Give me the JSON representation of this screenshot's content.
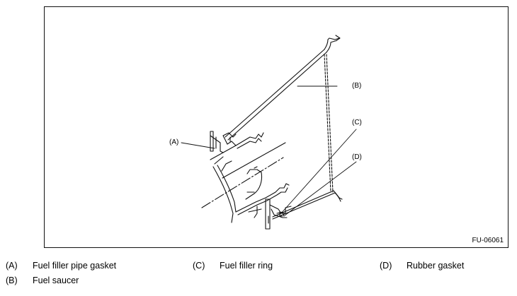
{
  "figure": {
    "code": "FU-06061",
    "callouts": {
      "a": "(A)",
      "b": "(B)",
      "c": "(C)",
      "d": "(D)"
    }
  },
  "legend": [
    {
      "key": "(A)",
      "label": "Fuel filler pipe gasket"
    },
    {
      "key": "(B)",
      "label": "Fuel saucer"
    },
    {
      "key": "(C)",
      "label": "Fuel filler ring"
    },
    {
      "key": "(D)",
      "label": "Rubber gasket"
    }
  ],
  "colors": {
    "line": "#111111",
    "background": "#ffffff"
  }
}
